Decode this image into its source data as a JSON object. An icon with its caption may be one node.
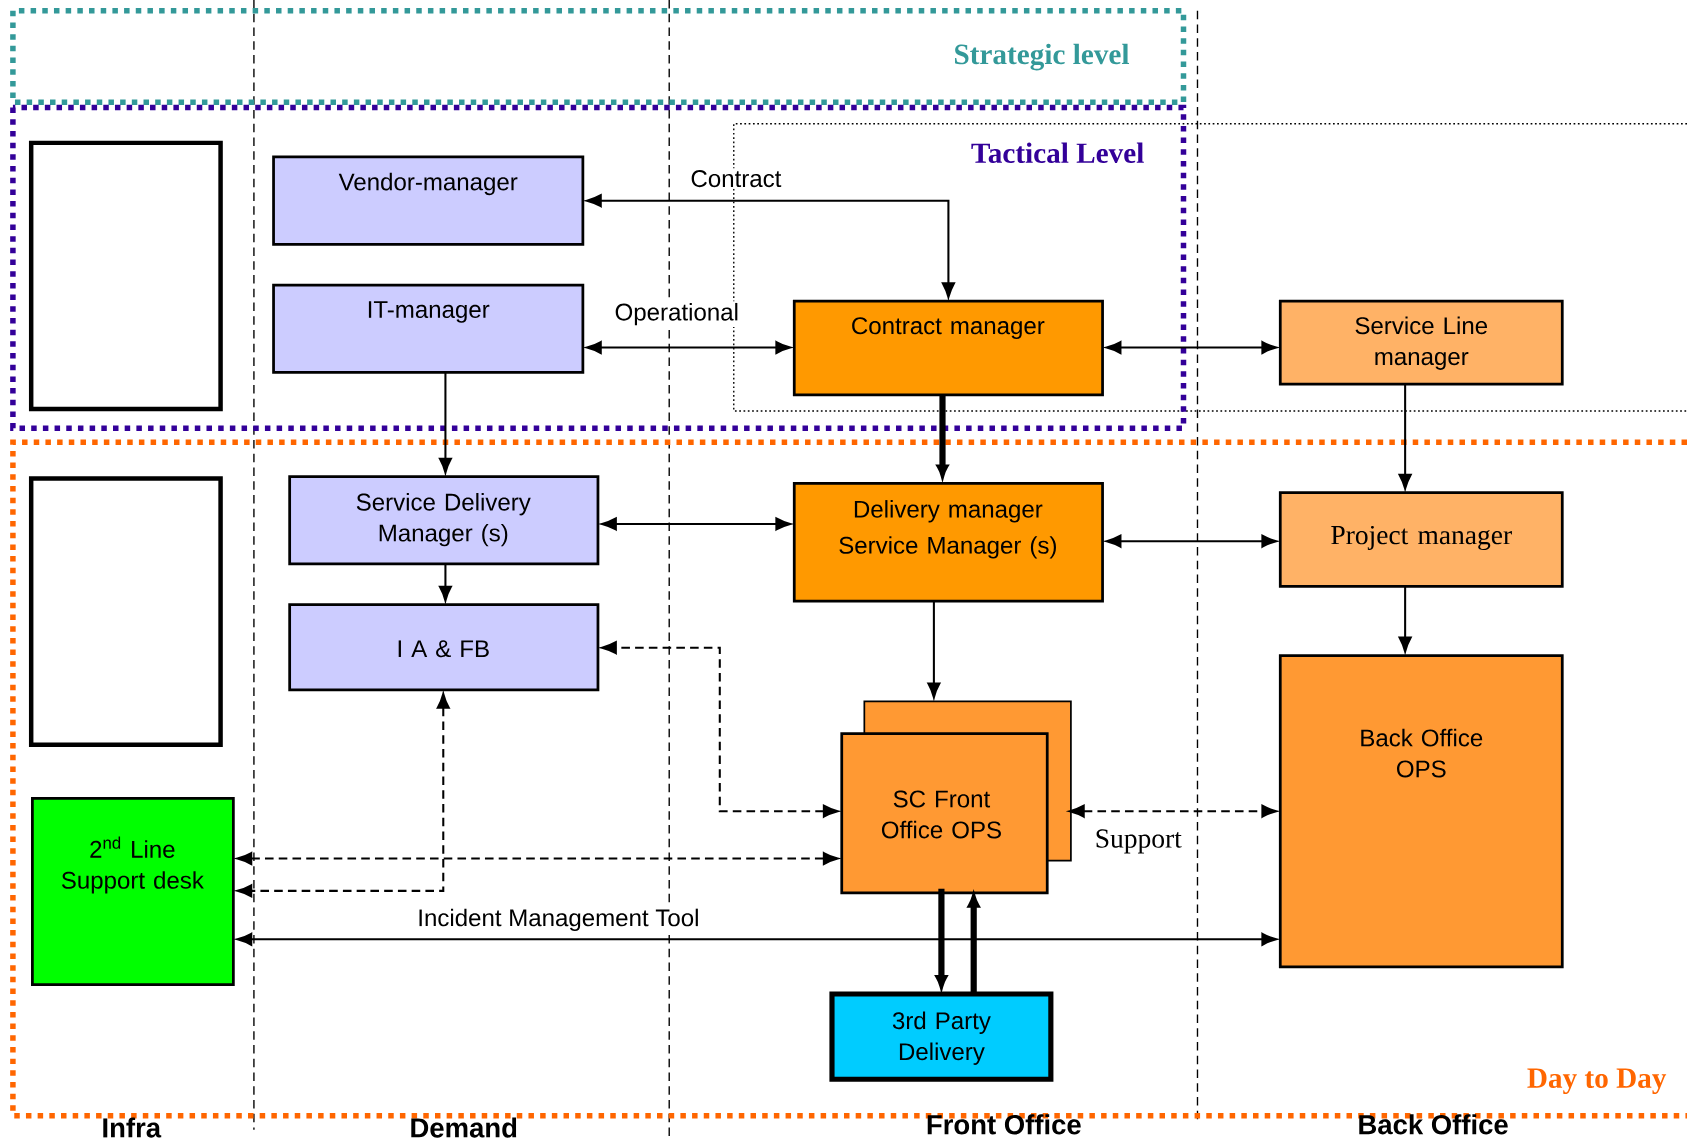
{
  "diagram": {
    "nodes": [
      {
        "text": [
          "Strategic level"
        ]
      },
      {
        "text": [
          "Tactical Level"
        ]
      },
      {
        "text": [
          "Day to Day"
        ]
      },
      {
        "text": [],
        "shape": "box",
        "in": 1
      },
      {
        "text": [
          "Vendor-manager"
        ],
        "in": 1
      },
      {
        "text": [
          "IT-manager"
        ],
        "in": 1
      },
      {
        "text": [
          "Contract manager"
        ],
        "in": 1
      },
      {
        "text": [
          "Service Line manager"
        ]
      },
      {
        "text": [],
        "shape": "box",
        "in": 2
      },
      {
        "text": [
          "Service Delivery Manager (s)"
        ],
        "in": 2
      },
      {
        "text": [
          "Delivery manager Service Manager (s)"
        ],
        "in": 2
      },
      {
        "text": [
          "Project manager"
        ],
        "in": 2
      },
      {
        "text": [
          "I A & FB"
        ],
        "in": 2
      },
      {
        "text": [
          "SC Front Office OPS"
        ],
        "in": 2
      },
      {
        "text": [
          "Back Office OPS"
        ],
        "in": 2
      },
      {
        "text": [
          "2$^{nd}$ Line Support desk"
        ],
        "in": 2
      },
      {
        "text": [
          "3rd Party Delivery"
        ],
        "in": 2
      }
    ],
    "edges": [
      {
        "from": 4,
        "to": 6,
        "arrow": "both",
        "label": "Contract"
      },
      {
        "from": 5,
        "to": 6,
        "arrow": "both",
        "label": "Operational"
      },
      {
        "from": 6,
        "to": 7,
        "arrow": "both"
      },
      {
        "from": 5,
        "to": 9,
        "arrow": "to"
      },
      {
        "from": 6,
        "to": 10,
        "arrow": "to",
        "style": "thick"
      },
      {
        "from": 7,
        "to": 11,
        "arrow": "to"
      },
      {
        "from": 9,
        "to": 10,
        "arrow": "both"
      },
      {
        "from": 10,
        "to": 11,
        "arrow": "both"
      },
      {
        "from": 9,
        "to": 12,
        "arrow": "to"
      },
      {
        "from": 11,
        "to": 14,
        "arrow": "to"
      },
      {
        "from": 10,
        "to": 13,
        "arrow": "to"
      },
      {
        "from": 13,
        "to": 12,
        "arrow": "both",
        "style": "dashed"
      },
      {
        "from": 13,
        "to": 14,
        "arrow": "both",
        "style": "dashed",
        "label": "Support"
      },
      {
        "from": 15,
        "to": 13,
        "arrow": "both",
        "style": "dashed"
      },
      {
        "from": 12,
        "to": 15,
        "arrow": "both",
        "style": "dashed"
      },
      {
        "from": 15,
        "to": 14,
        "arrow": "both",
        "label": "Incident Management Tool"
      },
      {
        "from": 13,
        "to": 16,
        "arrow": "to",
        "style": "thick"
      },
      {
        "from": 16,
        "to": 13,
        "arrow": "to",
        "style": "thick"
      }
    ],
    "labels": [
      "Infra",
      "Demand",
      "Front Office",
      "Back Office"
    ]
  }
}
